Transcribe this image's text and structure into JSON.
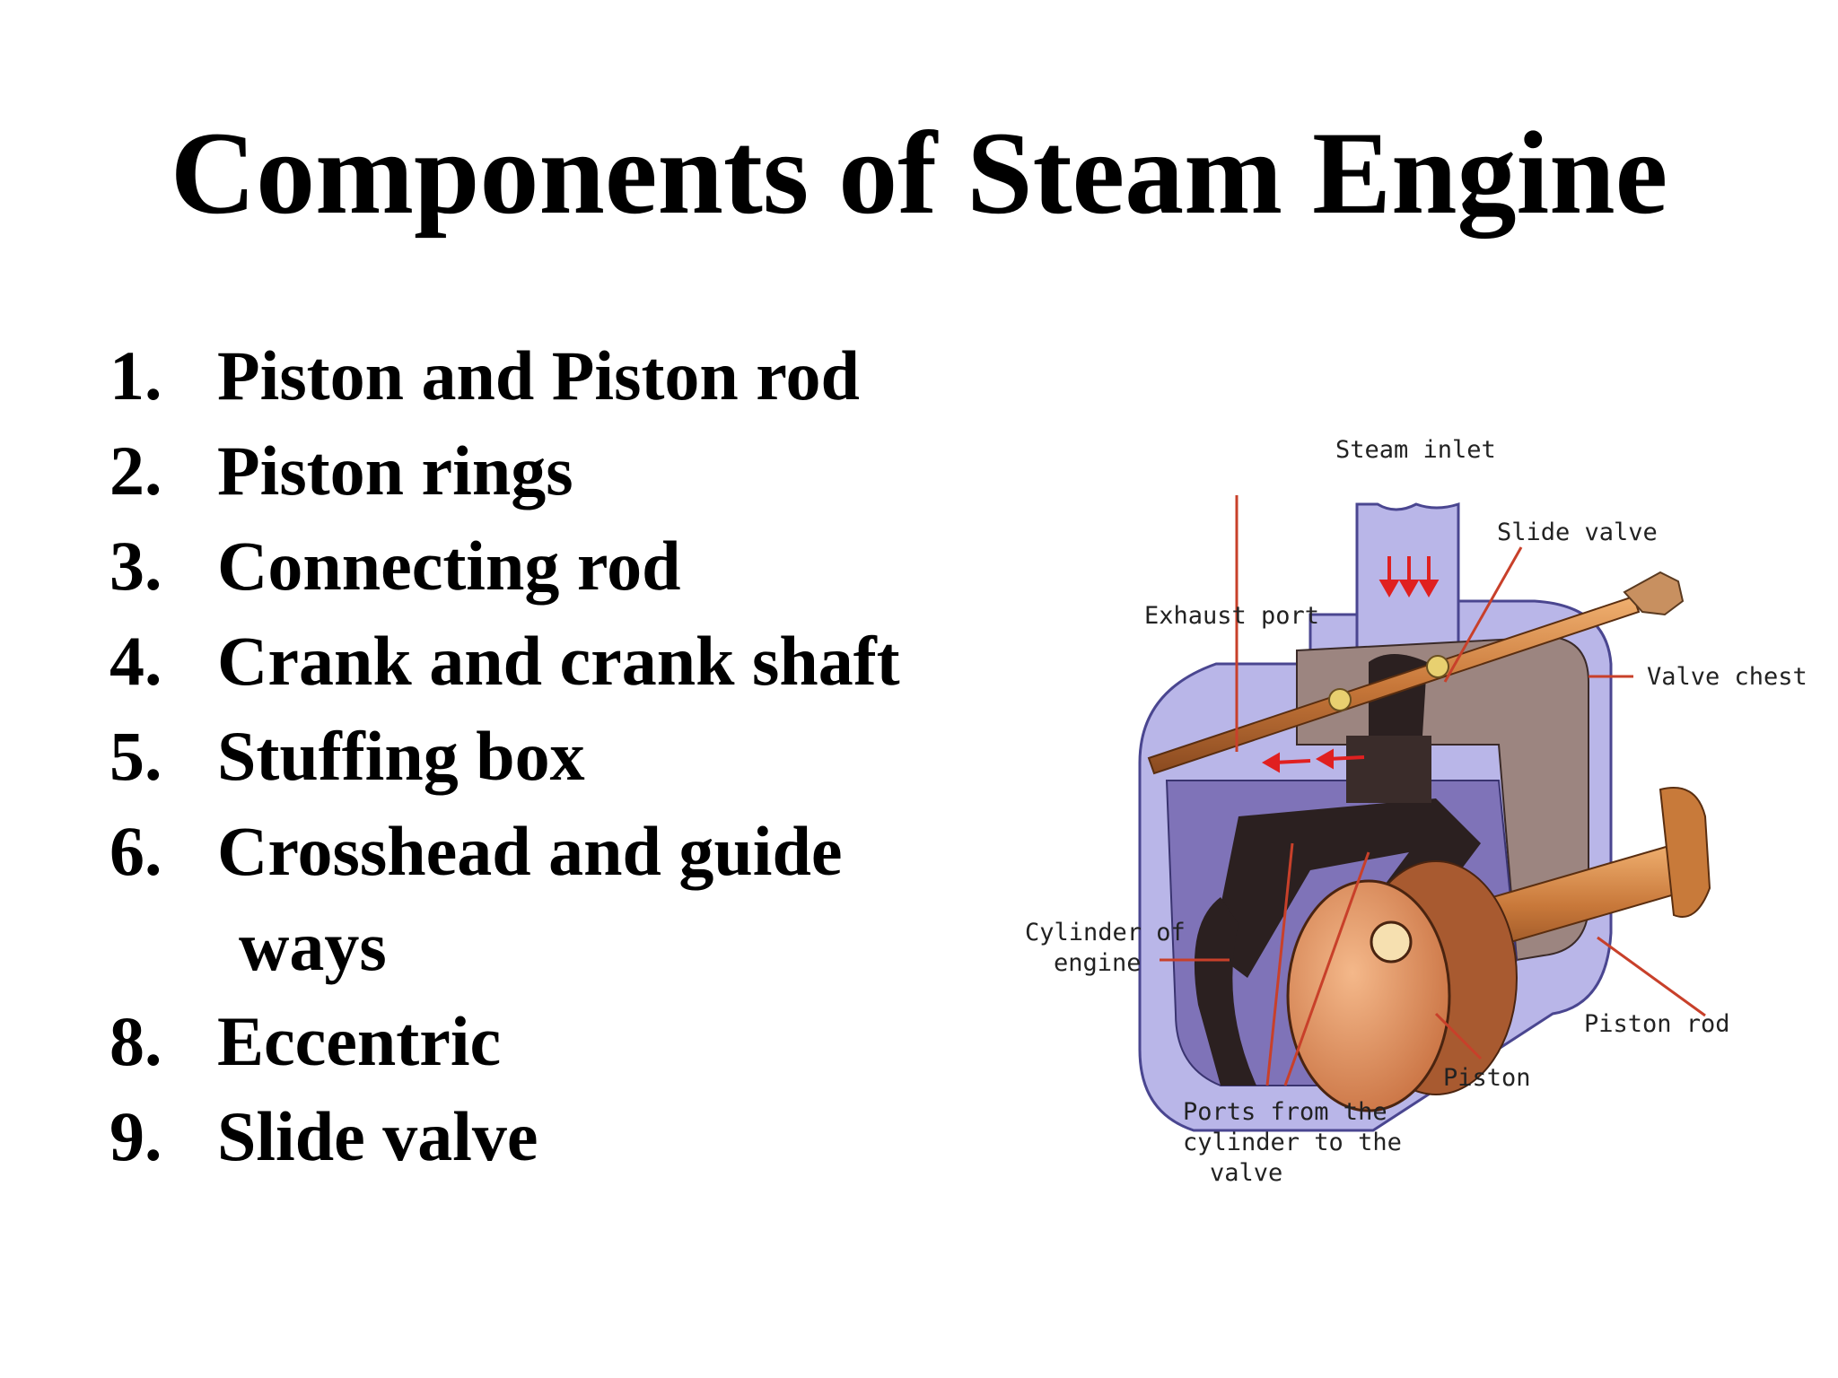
{
  "slide": {
    "title": "Components of Steam Engine",
    "items": [
      {
        "num": "1.",
        "text": "Piston and Piston rod"
      },
      {
        "num": "2.",
        "text": "Piston rings"
      },
      {
        "num": "3.",
        "text": "Connecting rod"
      },
      {
        "num": "4.",
        "text": "Crank and crank shaft"
      },
      {
        "num": "5.",
        "text": "Stuffing box"
      },
      {
        "num": "6.",
        "text": "Crosshead and guide"
      },
      {
        "num": "",
        "text": "ways"
      },
      {
        "num": "8.",
        "text": "Eccentric"
      },
      {
        "num": "9.",
        "text": "Slide valve"
      }
    ]
  },
  "diagram": {
    "labels": {
      "steam_inlet": "Steam inlet",
      "slide_valve": "Slide valve",
      "exhaust_port": "Exhaust port",
      "valve_chest": "Valve chest",
      "cylinder_line1": "Cylinder of",
      "cylinder_line2": "engine",
      "piston_rod": "Piston rod",
      "piston": "Piston",
      "ports_line1": "Ports from the",
      "ports_line2": "cylinder to the",
      "ports_line3": "valve"
    },
    "colors": {
      "casing": "#b9b6e8",
      "casing_dark": "#8e89cf",
      "chamber": "#9c8580",
      "dark": "#2b2020",
      "rod": "#d08a4a",
      "piston": "#e8a070",
      "arrow": "#e02020"
    }
  }
}
